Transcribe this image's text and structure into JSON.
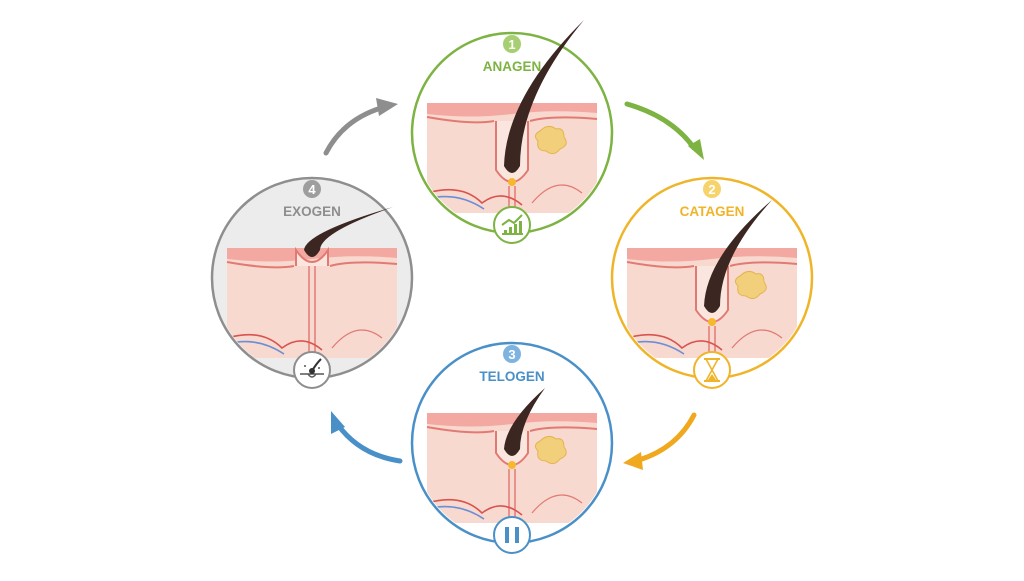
{
  "stages": [
    {
      "number": "1",
      "name": "ANAGEN",
      "color": "#7cb342",
      "fill": "#ffffff",
      "badge": "#a6cf72",
      "icon": "growth-chart-icon"
    },
    {
      "number": "2",
      "name": "CATAGEN",
      "color": "#f0b429",
      "fill": "#ffffff",
      "badge": "#f7d36b",
      "icon": "hourglass-icon"
    },
    {
      "number": "3",
      "name": "TELOGEN",
      "color": "#4a90c8",
      "fill": "#ffffff",
      "badge": "#7fb3df",
      "icon": "pause-icon"
    },
    {
      "number": "4",
      "name": "EXOGEN",
      "color": "#8e8e8e",
      "fill": "#ececec",
      "badge": "#9e9e9e",
      "icon": "hair-shedding-icon"
    }
  ],
  "colors": {
    "skin": "#f8d9cf",
    "skin_edge": "#e27a74",
    "skin_layer": "#f3a9a2",
    "hair": "#3b2621",
    "bulb_dot": "#f5b82e",
    "gland": "#f2cf7a",
    "vessel_red": "#d9534f",
    "vessel_blue": "#6b8fd6"
  }
}
